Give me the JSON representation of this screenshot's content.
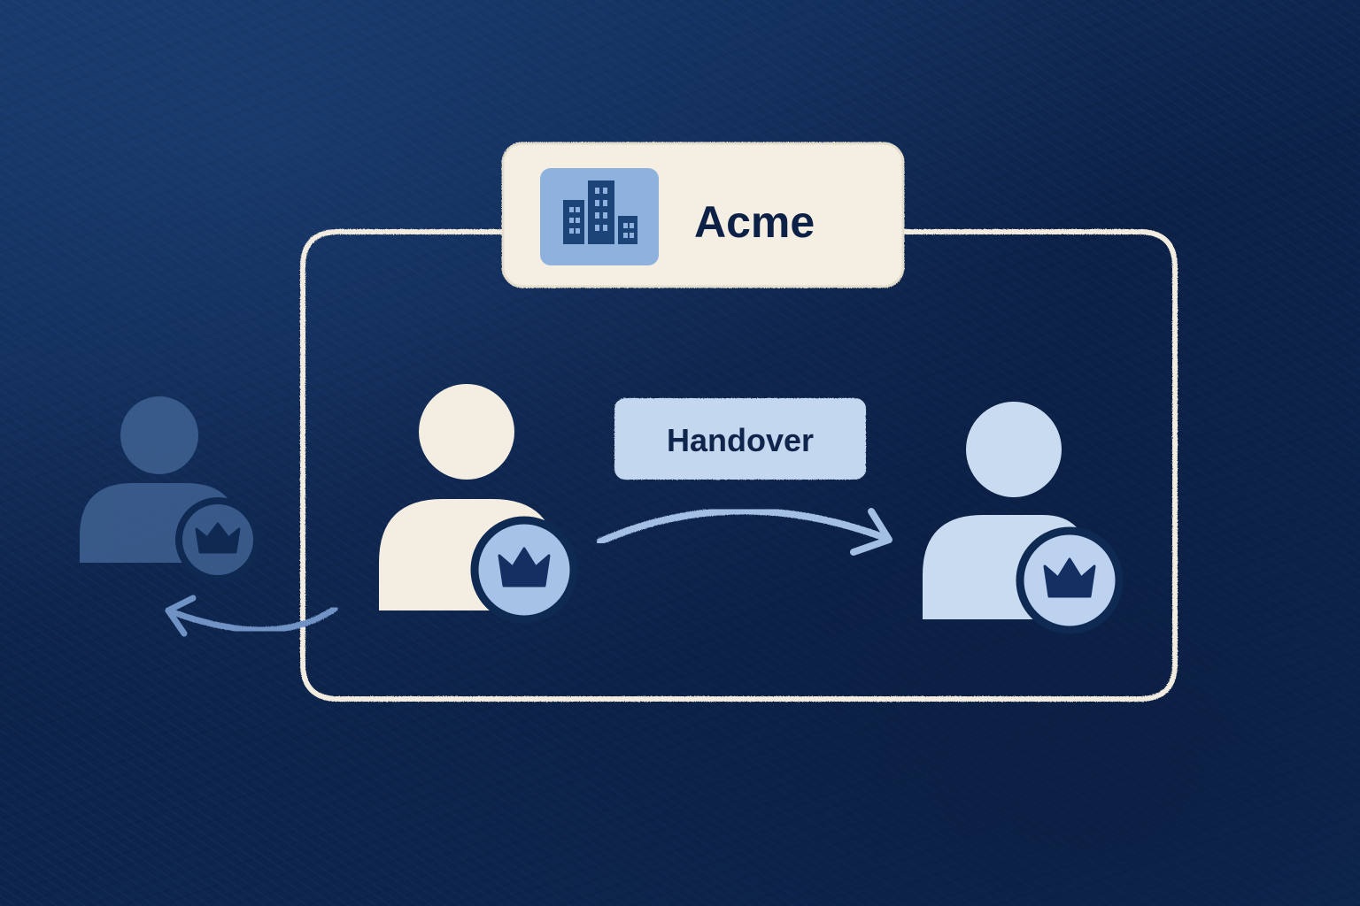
{
  "organization": {
    "name": "Acme",
    "icon": "building-icon"
  },
  "transfer": {
    "label": "Handover"
  },
  "people": [
    {
      "role": "former-owner",
      "icon": "person-icon",
      "badge": "crown-icon",
      "state": "faded"
    },
    {
      "role": "current-owner",
      "icon": "person-icon",
      "badge": "crown-icon",
      "state": "active"
    },
    {
      "role": "new-owner",
      "icon": "person-icon",
      "badge": "crown-icon",
      "state": "receiving"
    }
  ],
  "colors": {
    "background": "#0f2a52",
    "cream": "#f4efe2",
    "light_blue": "#c3d7ef",
    "mid_blue": "#7fa3d4",
    "navy": "#0d2147",
    "faded": "#3d5f8f"
  }
}
